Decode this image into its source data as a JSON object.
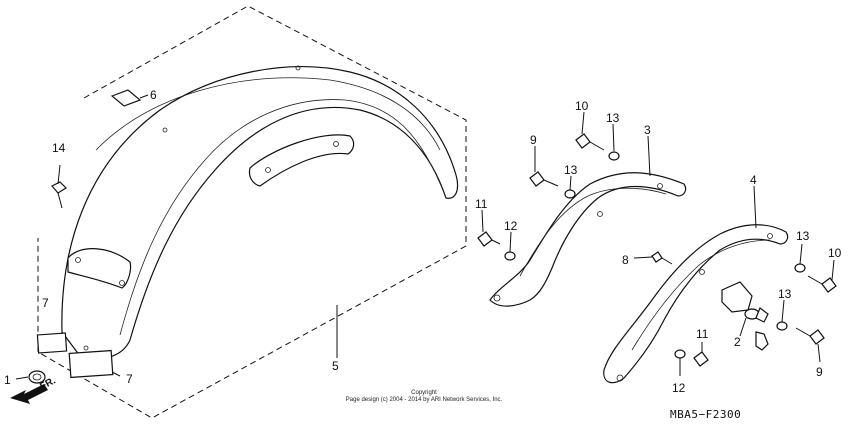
{
  "diagram": {
    "callouts": [
      {
        "id": "c1",
        "text": "1"
      },
      {
        "id": "c2",
        "text": "2"
      },
      {
        "id": "c3",
        "text": "3"
      },
      {
        "id": "c4",
        "text": "4"
      },
      {
        "id": "c5",
        "text": "5"
      },
      {
        "id": "c6",
        "text": "6"
      },
      {
        "id": "c7a",
        "text": "7"
      },
      {
        "id": "c7b",
        "text": "7"
      },
      {
        "id": "c8",
        "text": "8"
      },
      {
        "id": "c9a",
        "text": "9"
      },
      {
        "id": "c9b",
        "text": "9"
      },
      {
        "id": "c10a",
        "text": "10"
      },
      {
        "id": "c10b",
        "text": "10"
      },
      {
        "id": "c11a",
        "text": "11"
      },
      {
        "id": "c11b",
        "text": "11"
      },
      {
        "id": "c12a",
        "text": "12"
      },
      {
        "id": "c12b",
        "text": "12"
      },
      {
        "id": "c13a",
        "text": "13"
      },
      {
        "id": "c13b",
        "text": "13"
      },
      {
        "id": "c13c",
        "text": "13"
      },
      {
        "id": "c13d",
        "text": "13"
      },
      {
        "id": "c14",
        "text": "14"
      }
    ],
    "direction_label": "FR.",
    "copyright_line1": "Copyright",
    "copyright_line2": "Page design (c) 2004 - 2014 by ARI Network Services, Inc.",
    "diagram_code": "MBA5−F2300"
  }
}
